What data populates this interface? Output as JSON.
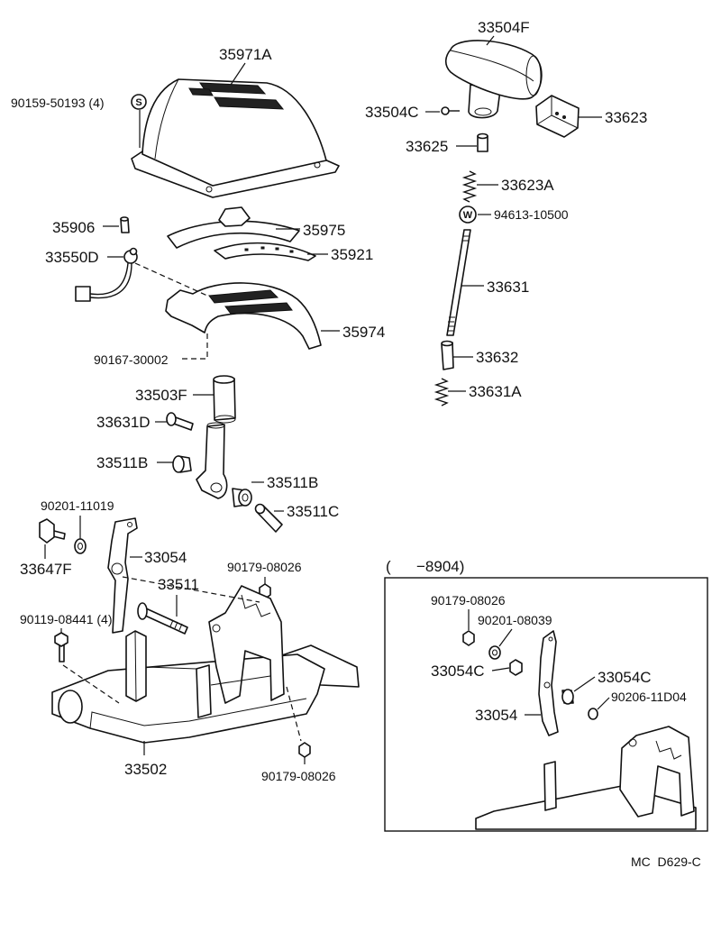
{
  "main_callouts": [
    {
      "number": "35971A"
    },
    {
      "number": "90159-50193 (4)"
    },
    {
      "number": "33504F"
    },
    {
      "number": "33504C"
    },
    {
      "number": "33623"
    },
    {
      "number": "33625"
    },
    {
      "number": "33623A"
    },
    {
      "number": "94613-10500"
    },
    {
      "number": "35906"
    },
    {
      "number": "35975"
    },
    {
      "number": "33550D"
    },
    {
      "number": "35921"
    },
    {
      "number": "33631"
    },
    {
      "number": "35974"
    },
    {
      "number": "90167-30002"
    },
    {
      "number": "33632"
    },
    {
      "number": "33503F"
    },
    {
      "number": "33631A"
    },
    {
      "number": "33631D"
    },
    {
      "number": "33511B"
    },
    {
      "number": "33511B"
    },
    {
      "number": "90201-11019"
    },
    {
      "number": "33511C"
    },
    {
      "number": "33054"
    },
    {
      "number": "33647F"
    },
    {
      "number": "90179-08026"
    },
    {
      "number": "33511"
    },
    {
      "number": "90119-08441 (4)"
    },
    {
      "number": "33502"
    },
    {
      "number": "90179-08026"
    }
  ],
  "inset": {
    "range_label": "(      −8904)",
    "callouts": [
      {
        "number": "90179-08026"
      },
      {
        "number": "90201-08039"
      },
      {
        "number": "33054C"
      },
      {
        "number": "33054C"
      },
      {
        "number": "90206-11D04"
      },
      {
        "number": "33054"
      }
    ]
  },
  "symbols": {
    "s_marker": "S",
    "w_marker": "W"
  },
  "drawing_code": "MC  D629-C"
}
